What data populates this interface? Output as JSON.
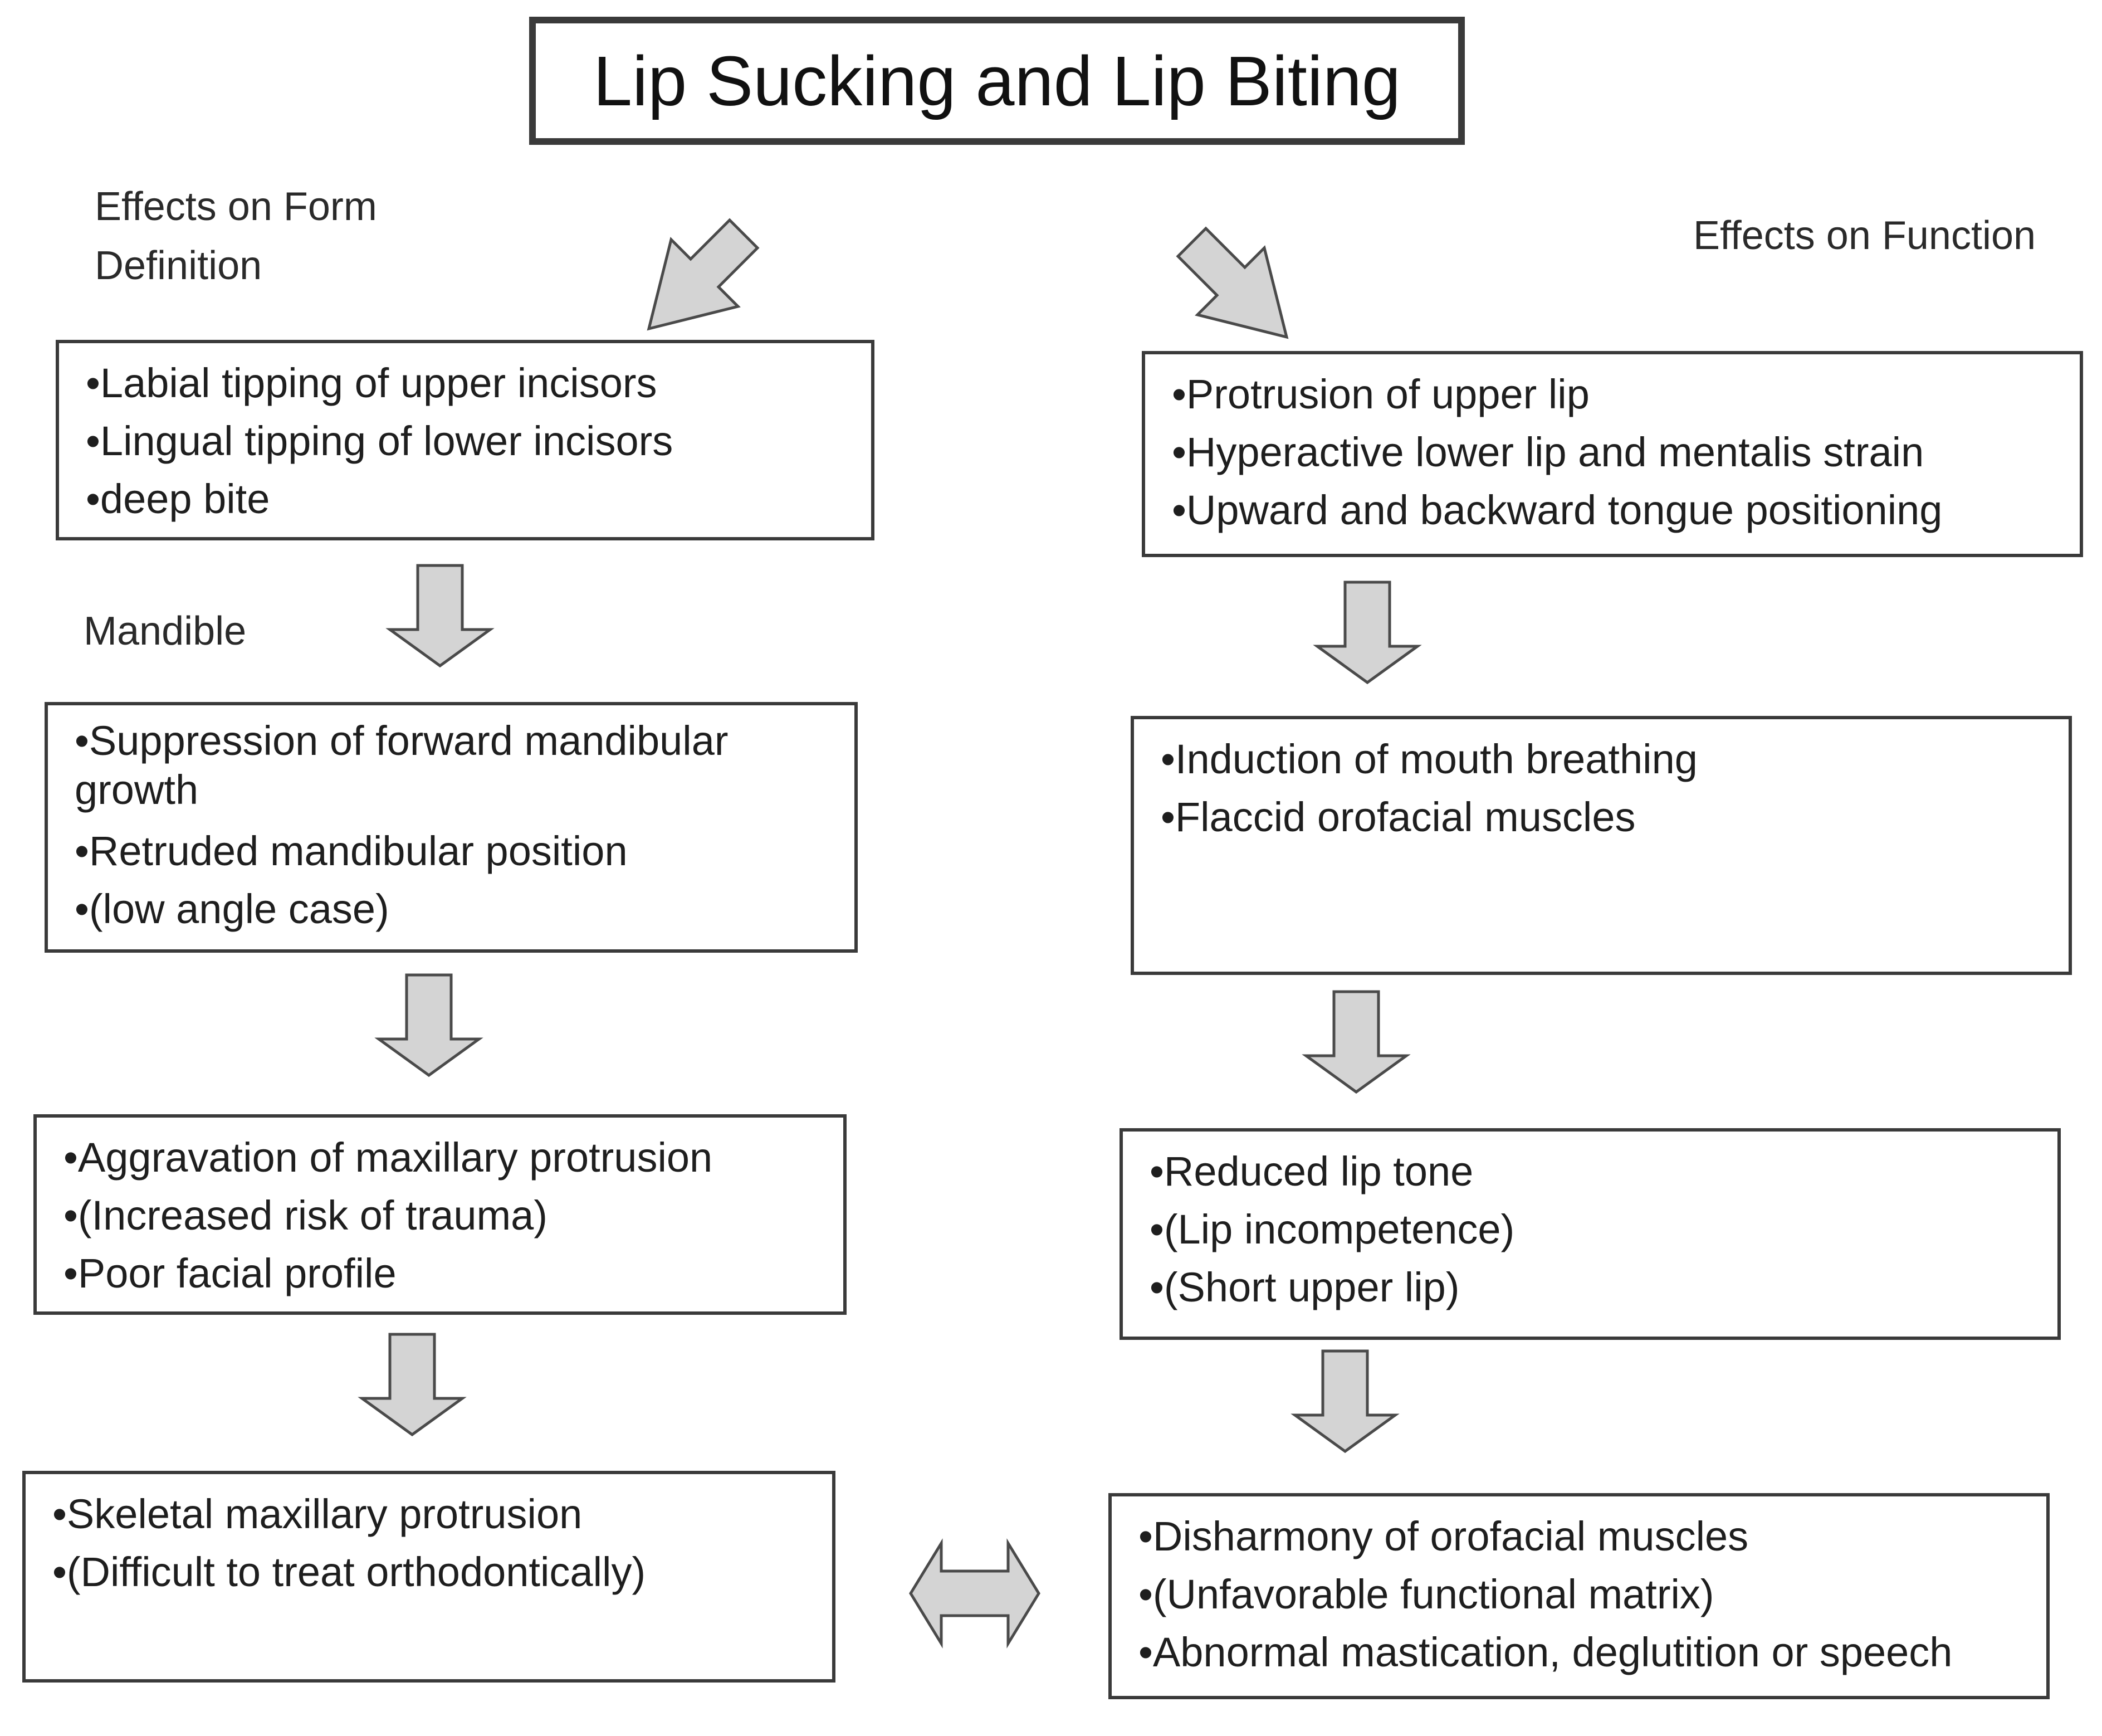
{
  "title": "Lip Sucking and Lip Biting",
  "left_header": {
    "line1": "Effects on Form",
    "line2": "Definition"
  },
  "right_header": "Effects on Function",
  "mandible_label": "Mandible",
  "left_boxes": [
    {
      "items": [
        "•Labial tipping of upper incisors",
        "•Lingual tipping of lower incisors",
        "•deep bite"
      ]
    },
    {
      "items": [
        "•Suppression of forward mandibular growth",
        "•Retruded mandibular position",
        "•(low angle case)"
      ]
    },
    {
      "items": [
        "•Aggravation of maxillary protrusion",
        "•(Increased risk of trauma)",
        "•Poor facial profile"
      ]
    },
    {
      "items": [
        "•Skeletal maxillary protrusion",
        "•(Difficult to treat orthodontically)"
      ]
    }
  ],
  "right_boxes": [
    {
      "items": [
        "•Protrusion of upper lip",
        "•Hyperactive lower lip and mentalis strain",
        "•Upward and backward tongue positioning"
      ]
    },
    {
      "items": [
        "•Induction of mouth breathing",
        "•Flaccid orofacial muscles"
      ]
    },
    {
      "items": [
        "•Reduced lip tone",
        "•(Lip incompetence)",
        "•(Short upper lip)"
      ]
    },
    {
      "items": [
        "•Disharmony of orofacial muscles",
        "•(Unfavorable functional matrix)",
        "•Abnormal mastication, deglutition or speech"
      ]
    }
  ]
}
